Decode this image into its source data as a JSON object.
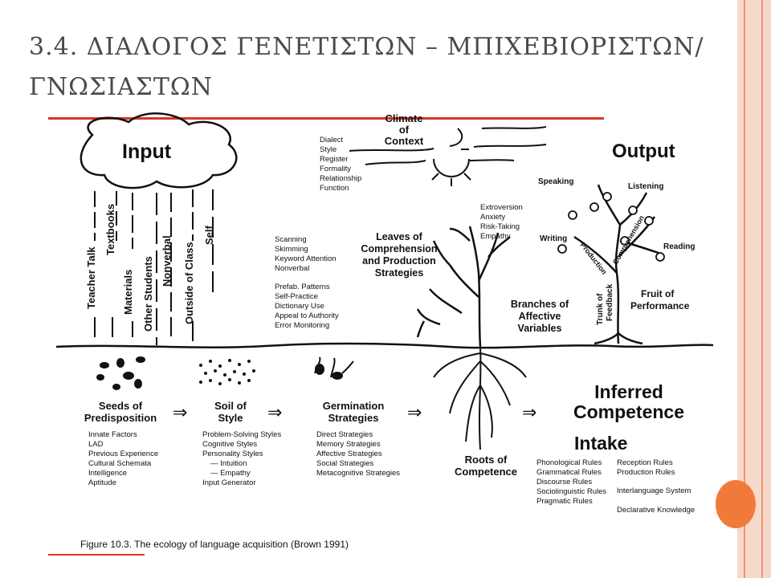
{
  "slide": {
    "title_line1": "3.4. ΔΙΑΛΟΓΟΣ ΓΕΝΕΤΙΣΤΩΝ – ΜΠΙΧΕΒΙΟΡΙΣΤΩΝ/",
    "title_line2": "ΓΝΩΣΙΑΣΤΩΝ",
    "accent_color": "#d9362b",
    "side_color": "#f6d9cb",
    "dot_color": "#f07a3a"
  },
  "figure": {
    "caption": "Figure 10.3.  The ecology of language acquisition (Brown 1991)",
    "input": {
      "title": "Input",
      "sources": [
        "Teacher Talk",
        "Textbooks",
        "Materials",
        "Other Students",
        "Nonverbal",
        "Outside of Class",
        "Self"
      ]
    },
    "climate": {
      "title": [
        "Climate",
        "of",
        "Context"
      ],
      "items": [
        "Dialect",
        "Style",
        "Register",
        "Formality",
        "Relationship",
        "Function"
      ]
    },
    "output": {
      "title": "Output",
      "branches": [
        "Speaking",
        "Listening",
        "Writing",
        "Reading",
        "Production",
        "Comprehension"
      ],
      "trunk": [
        "Trunk of",
        "Feedback"
      ],
      "fruit": [
        "Fruit of",
        "Performance"
      ]
    },
    "strategies": {
      "items1": [
        "Scanning",
        "Skimming",
        "Keyword Attention",
        "Nonverbal"
      ],
      "items2": [
        "Prefab. Patterns",
        "Self-Practice",
        "Dictionary Use",
        "Appeal to Authority",
        "Error Monitoring"
      ]
    },
    "leaves": {
      "title": [
        "Leaves of",
        "Comprehension",
        "and Production",
        "Strategies"
      ]
    },
    "affective": {
      "items": [
        "Extroversion",
        "Anxiety",
        "Risk-Taking",
        "Empathy"
      ],
      "title": [
        "Branches of",
        "Affective",
        "Variables"
      ]
    },
    "seeds": {
      "title": [
        "Seeds of",
        "Predisposition"
      ],
      "items": [
        "Innate Factors",
        "LAD",
        "Previous Experience",
        "Cultural Schemata",
        "Intelligence",
        "Aptitude"
      ]
    },
    "soil": {
      "title": [
        "Soil of",
        "Style"
      ],
      "items": [
        "Problem-Solving Styles",
        "Cognitive Styles",
        "Personality Styles",
        "— Intuition",
        "— Empathy",
        "Input Generator"
      ]
    },
    "germination": {
      "title": [
        "Germination",
        "Strategies"
      ],
      "items": [
        "Direct Strategies",
        "Memory Strategies",
        "Affective Strategies",
        "Social Strategies",
        "Metacognitive Strategies"
      ]
    },
    "roots": {
      "title": [
        "Roots of",
        "Competence"
      ]
    },
    "inferred": {
      "title": [
        "Inferred",
        "Competence"
      ],
      "intake": "Intake",
      "rules_left": [
        "Phonological Rules",
        "Grammatical Rules",
        "Discourse Rules",
        "Sociolinguistic Rules",
        "Pragmatic Rules"
      ],
      "rules_right": [
        "Reception Rules",
        "Production Rules",
        "Interlanguage System",
        "Declarative Knowledge"
      ]
    },
    "arrow_symbol": "⇒"
  }
}
